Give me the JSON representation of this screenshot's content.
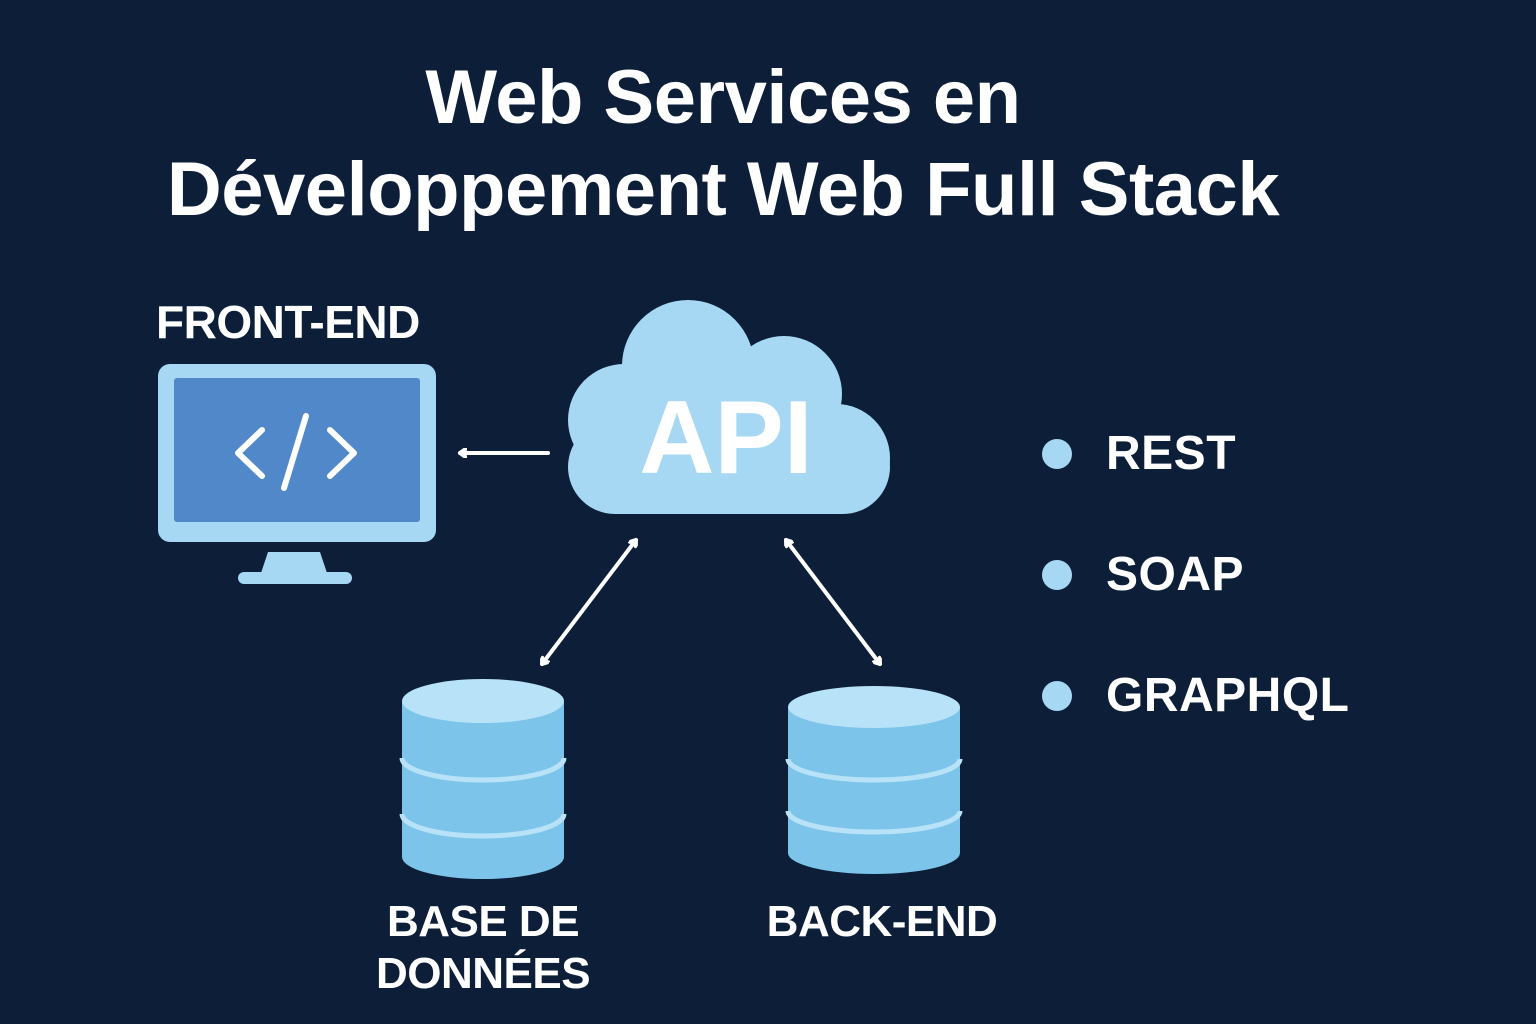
{
  "title": {
    "line1": "Web Services en",
    "line2": "Développement Web Full Stack"
  },
  "nodes": {
    "front_end": "FRONT-END",
    "api": "API",
    "database": "BASE DE DONNÉES",
    "back_end": "BACK-END"
  },
  "protocols": [
    "REST",
    "SOAP",
    "GRAPHQL"
  ],
  "colors": {
    "background": "#0d1f38",
    "light_blue": "#a6d8f3",
    "cylinder_blue": "#7cc4ea",
    "screen_blue": "#5088c9",
    "text": "#ffffff"
  },
  "icons": {
    "front_end": "monitor-code-icon",
    "api": "cloud-icon",
    "database": "database-icon",
    "back_end": "server-database-icon"
  }
}
